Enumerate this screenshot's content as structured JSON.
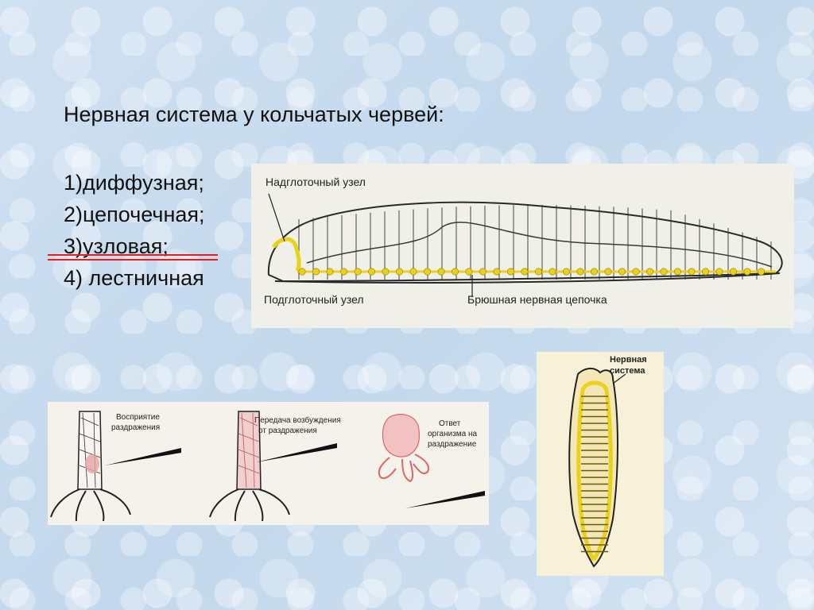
{
  "slide": {
    "title": "Нервная система у кольчатых червей:",
    "options": [
      "1)диффузная;",
      "2)цепочечная;",
      "3)узловая;",
      "4) лестничная"
    ],
    "highlight_color": "#e02020"
  },
  "worm_diagram": {
    "label_supra": "Надглоточный узел",
    "label_sub": "Подглоточный узел",
    "label_chain": "Брюшная нервная цепочка",
    "nerve_color": "#e8d21a"
  },
  "stimulus_diagram": {
    "step1": [
      "Восприятие",
      "раздражения"
    ],
    "step2": [
      "Передача возбуждения",
      "от раздражения"
    ],
    "step3": [
      "Ответ",
      "организма на",
      "раздражение"
    ],
    "tissue_color": "#e8a3a3"
  },
  "leech_diagram": {
    "label": [
      "Нервная",
      "система"
    ],
    "nerve_color": "#e8d21a"
  }
}
